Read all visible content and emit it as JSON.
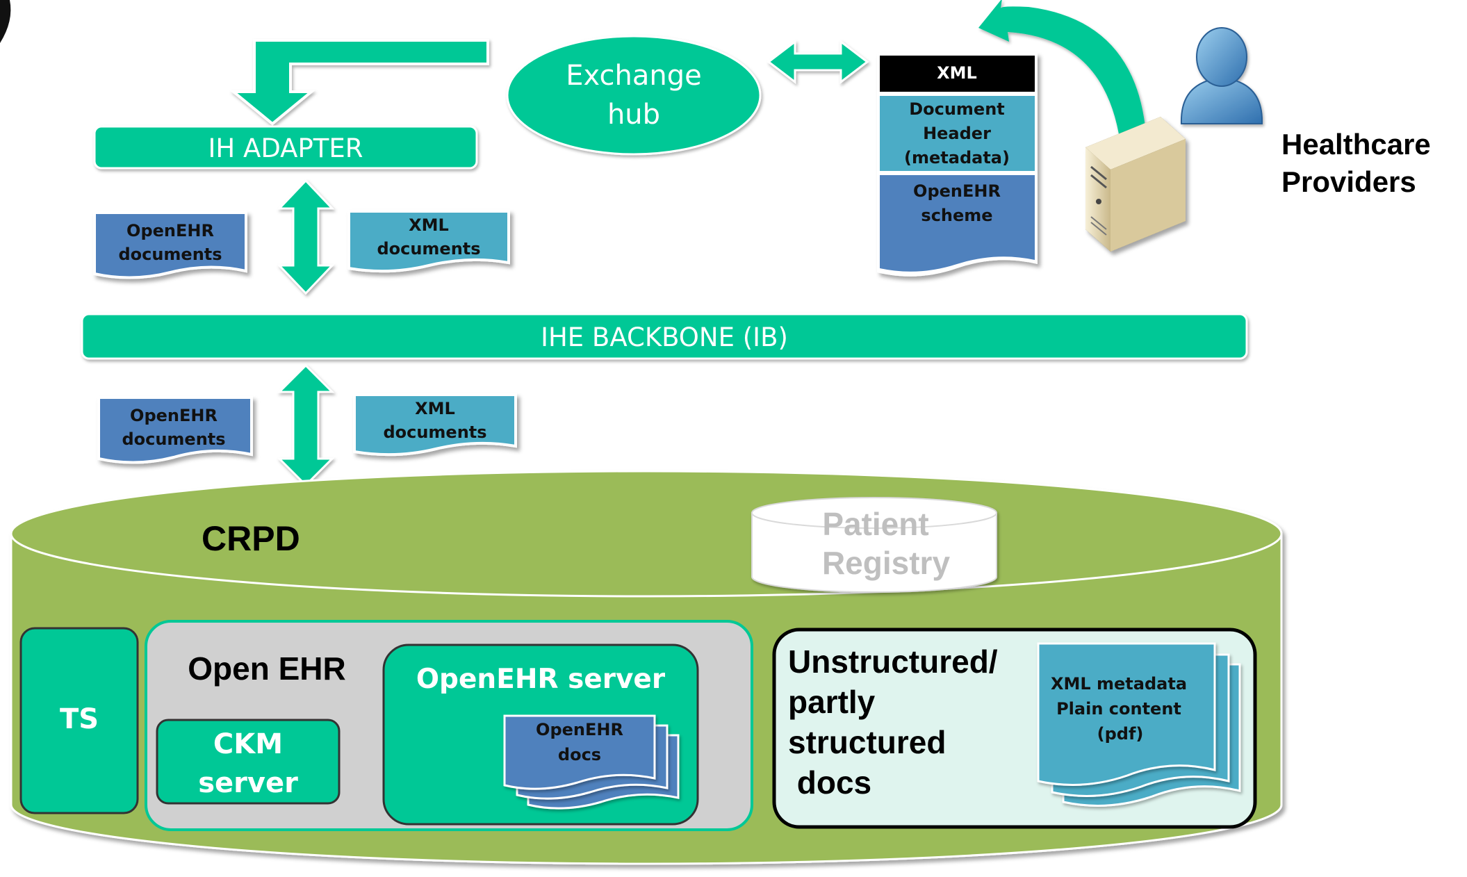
{
  "diagram": {
    "exchange_hub": {
      "line1": "Exchange",
      "line2": "hub"
    },
    "ih_adapter": "IH ADAPTER",
    "ihe_backbone": "IHE BACKBONE (IB)",
    "healthcare_providers": {
      "line1": "Healthcare",
      "line2": "Providers"
    },
    "xml_document": {
      "header": "XML",
      "section1": {
        "line1": "Document",
        "line2": "Header",
        "line3": "(metadata)"
      },
      "section2": {
        "line1": "OpenEHR",
        "line2": "scheme"
      }
    },
    "upper_docs": {
      "openehr": {
        "line1": "OpenEHR",
        "line2": "documents"
      },
      "xml": {
        "line1": "XML",
        "line2": "documents"
      }
    },
    "lower_docs": {
      "openehr": {
        "line1": "OpenEHR",
        "line2": "documents"
      },
      "xml": {
        "line1": "XML",
        "line2": "documents"
      }
    },
    "crpd": {
      "title": "CRPD",
      "patient_registry": {
        "line1": "Patient",
        "line2": "Registry"
      },
      "ts": "TS",
      "open_ehr": {
        "title": "Open EHR",
        "ckm_server": {
          "line1": "CKM",
          "line2": "server"
        },
        "openehr_server": {
          "title": "OpenEHR server",
          "docs": {
            "line1": "OpenEHR",
            "line2": "docs"
          }
        }
      },
      "unstructured": {
        "line1": "Unstructured/",
        "line2": "partly",
        "line3": "structured",
        "line4": " docs",
        "docs": {
          "line1": "XML metadata",
          "line2": "Plain content",
          "line3": "(pdf)"
        }
      }
    },
    "colors": {
      "teal": "#00C896",
      "cyl_green": "#9BBB59",
      "doc_dark_blue": "#4F81BD",
      "doc_light_blue": "#4BACC6",
      "gray_panel": "#D0D0D0",
      "unstructured_bg": "#DFF4EE"
    }
  }
}
